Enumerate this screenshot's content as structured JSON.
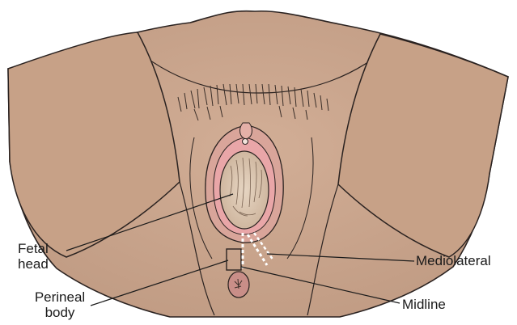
{
  "labels": {
    "fetal_head": [
      "Fetal",
      "head"
    ],
    "perineal_body": [
      "Perineal",
      "body"
    ],
    "mediolateral": "Mediolateral",
    "midline": "Midline"
  },
  "colors": {
    "skin": "#c9a48c",
    "skin_shadow": "#b08a72",
    "outline": "#2a2220",
    "mucosa": "#e9a6a8",
    "fetal_head": "#dcc7b1",
    "incision": "#ffffff"
  }
}
